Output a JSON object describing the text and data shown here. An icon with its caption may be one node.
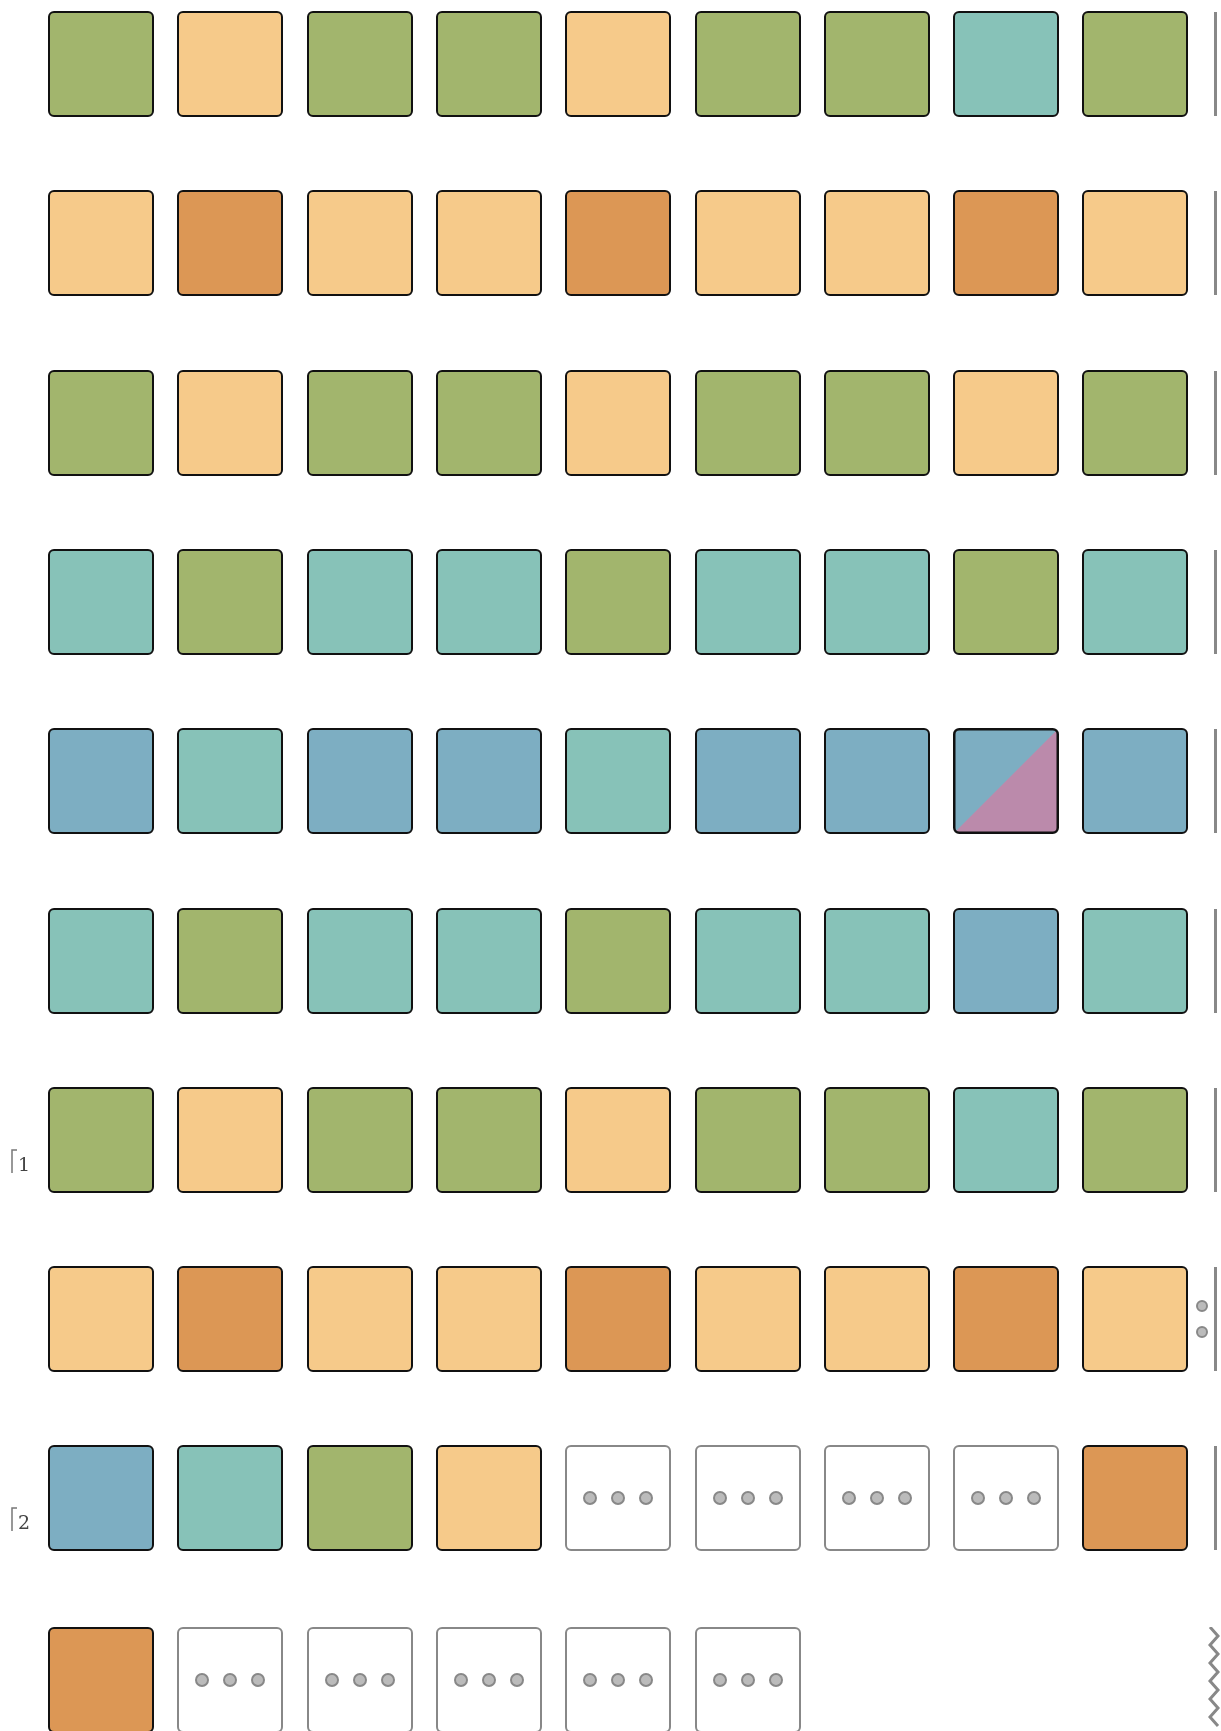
{
  "diagram": {
    "nodes": [
      {
        "text": [],
        "shape": "box"
      },
      {
        "text": [],
        "shape": "box"
      },
      {
        "text": [],
        "shape": "box"
      },
      {
        "text": [],
        "shape": "box"
      },
      {
        "text": [],
        "shape": "box"
      },
      {
        "text": [],
        "shape": "box"
      },
      {
        "text": [],
        "shape": "box"
      },
      {
        "text": [],
        "shape": "box"
      },
      {
        "text": [],
        "shape": "box"
      },
      {
        "text": [],
        "shape": "box"
      },
      {
        "text": [],
        "shape": "box"
      },
      {
        "text": [],
        "shape": "box"
      },
      {
        "text": [],
        "shape": "box"
      },
      {
        "text": [],
        "shape": "box"
      },
      {
        "text": [],
        "shape": "box"
      },
      {
        "text": [],
        "shape": "box"
      },
      {
        "text": [],
        "shape": "box"
      },
      {
        "text": [],
        "shape": "box"
      },
      {
        "text": [],
        "shape": "box"
      },
      {
        "text": [],
        "shape": "box"
      },
      {
        "text": [],
        "shape": "box"
      },
      {
        "text": [],
        "shape": "box"
      },
      {
        "text": [],
        "shape": "box"
      },
      {
        "text": [],
        "shape": "box"
      },
      {
        "text": [],
        "shape": "box"
      },
      {
        "text": [],
        "shape": "box"
      },
      {
        "text": [],
        "shape": "box"
      },
      {
        "text": [],
        "shape": "box"
      },
      {
        "text": [],
        "shape": "box"
      },
      {
        "text": [],
        "shape": "box"
      },
      {
        "text": [],
        "shape": "box"
      },
      {
        "text": [],
        "shape": "box"
      },
      {
        "text": [],
        "shape": "box"
      },
      {
        "text": [],
        "shape": "box"
      },
      {
        "text": [],
        "shape": "box"
      },
      {
        "text": [],
        "shape": "box"
      },
      {
        "text": [],
        "shape": "box"
      },
      {
        "text": [],
        "shape": "box"
      },
      {
        "text": [],
        "shape": "box"
      },
      {
        "text": [],
        "shape": "box"
      },
      {
        "text": [],
        "shape": "box"
      },
      {
        "text": [],
        "shape": "box"
      },
      {
        "text": [],
        "shape": "box"
      },
      {
        "text": [],
        "shape": "box"
      },
      {
        "text": [],
        "shape": "box"
      },
      {
        "text": [],
        "shape": "box"
      },
      {
        "text": [],
        "shape": "box"
      },
      {
        "text": [],
        "shape": "box"
      },
      {
        "text": [],
        "shape": "box"
      },
      {
        "text": [],
        "shape": "box"
      },
      {
        "text": [],
        "shape": "box"
      },
      {
        "text": [],
        "shape": "box"
      },
      {
        "text": [],
        "shape": "box"
      },
      {
        "text": [],
        "shape": "box"
      },
      {
        "text": [],
        "shape": "box"
      },
      {
        "text": [],
        "shape": "box"
      },
      {
        "text": [],
        "shape": "box"
      },
      {
        "text": [],
        "shape": "box"
      },
      {
        "text": [],
        "shape": "box"
      },
      {
        "text": [],
        "shape": "box"
      },
      {
        "text": [],
        "shape": "box"
      },
      {
        "text": [],
        "shape": "box"
      },
      {
        "text": [],
        "shape": "box"
      },
      {
        "text": [],
        "shape": "box"
      },
      {
        "text": [],
        "shape": "box"
      },
      {
        "text": [],
        "shape": "box"
      },
      {
        "text": [],
        "shape": "box"
      },
      {
        "text": [],
        "shape": "box"
      },
      {
        "text": [],
        "shape": "box"
      },
      {
        "text": [],
        "shape": "box"
      },
      {
        "text": [],
        "shape": "box"
      },
      {
        "text": [],
        "shape": "box"
      },
      {
        "text": [],
        "shape": "box"
      },
      {
        "text": [],
        "shape": "box"
      },
      {
        "text": [],
        "shape": "box"
      },
      {
        "text": [],
        "shape": "box"
      },
      {
        "text": [],
        "shape": "box"
      },
      {
        "text": [],
        "shape": "box"
      },
      {
        "text": [],
        "shape": "box"
      },
      {
        "text": [],
        "shape": "box"
      },
      {
        "text": [],
        "shape": "box"
      },
      {
        "text": [],
        "shape": "box"
      },
      {
        "text": [],
        "shape": "box"
      },
      {
        "text": [],
        "shape": "box"
      },
      {
        "text": [],
        "shape": "box"
      },
      {
        "text": [],
        "shape": "box"
      },
      {
        "text": [],
        "shape": "box"
      }
    ],
    "labels": [
      "1",
      "2"
    ]
  }
}
